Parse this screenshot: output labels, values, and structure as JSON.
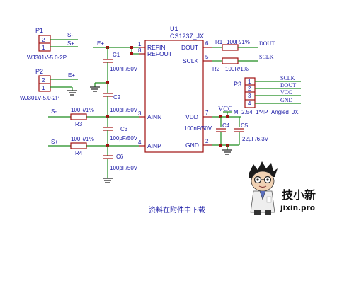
{
  "p1": {
    "ref": "P1",
    "pin2": "2",
    "pin1": "1",
    "net2": "S-",
    "net1": "S+",
    "value": "WJ301V-5.0-2P"
  },
  "p2": {
    "ref": "P2",
    "pin2": "2",
    "pin1": "1",
    "net2": "E+",
    "value": "WJ301V-5.0-2P"
  },
  "p3": {
    "ref": "P3",
    "pins": [
      "1",
      "2",
      "3",
      "4"
    ],
    "nets": [
      "SCLK",
      "DOUT",
      "VCC",
      "GND"
    ],
    "value": "M_2.54_1*4P_Angled_JX"
  },
  "u1": {
    "ref": "U1",
    "value": "CS1237_JX",
    "left_pins": [
      {
        "num": "1",
        "name": "REFIN"
      },
      {
        "num": "8",
        "name": "REFOUT"
      },
      {
        "num": "3",
        "name": "AINN"
      },
      {
        "num": "4",
        "name": "AINP"
      }
    ],
    "right_pins": [
      {
        "num": "6",
        "name": "DOUT"
      },
      {
        "num": "5",
        "name": "SCLK"
      },
      {
        "num": "7",
        "name": "VDD"
      },
      {
        "num": "2",
        "name": "GND"
      }
    ]
  },
  "r1": {
    "ref": "R1",
    "value": "100R/1%"
  },
  "r2": {
    "ref": "R2",
    "value": "100R/1%"
  },
  "r3": {
    "ref": "R3",
    "value": "100R/1%"
  },
  "r4": {
    "ref": "R4",
    "value": "100R/1%"
  },
  "c1": {
    "ref": "C1",
    "value": "100nF/50V"
  },
  "c2": {
    "ref": "C2",
    "value": "100pF/50V"
  },
  "c3": {
    "ref": "C3",
    "value": "100pF/50V"
  },
  "c4": {
    "ref": "C4",
    "value": "100nF/50V"
  },
  "c5": {
    "ref": "C5",
    "value": "22µF/6.3V"
  },
  "c6": {
    "ref": "C6",
    "value": "100pF/50V"
  },
  "nets": {
    "e_plus": "E+",
    "s_minus": "S-",
    "s_plus": "S+",
    "dout": "DOUT",
    "sclk": "SCLK",
    "vcc": "VCC"
  },
  "note": "资料在附件中下载",
  "brand": {
    "name_cn": "技小新",
    "domain": "jixin.pro"
  }
}
